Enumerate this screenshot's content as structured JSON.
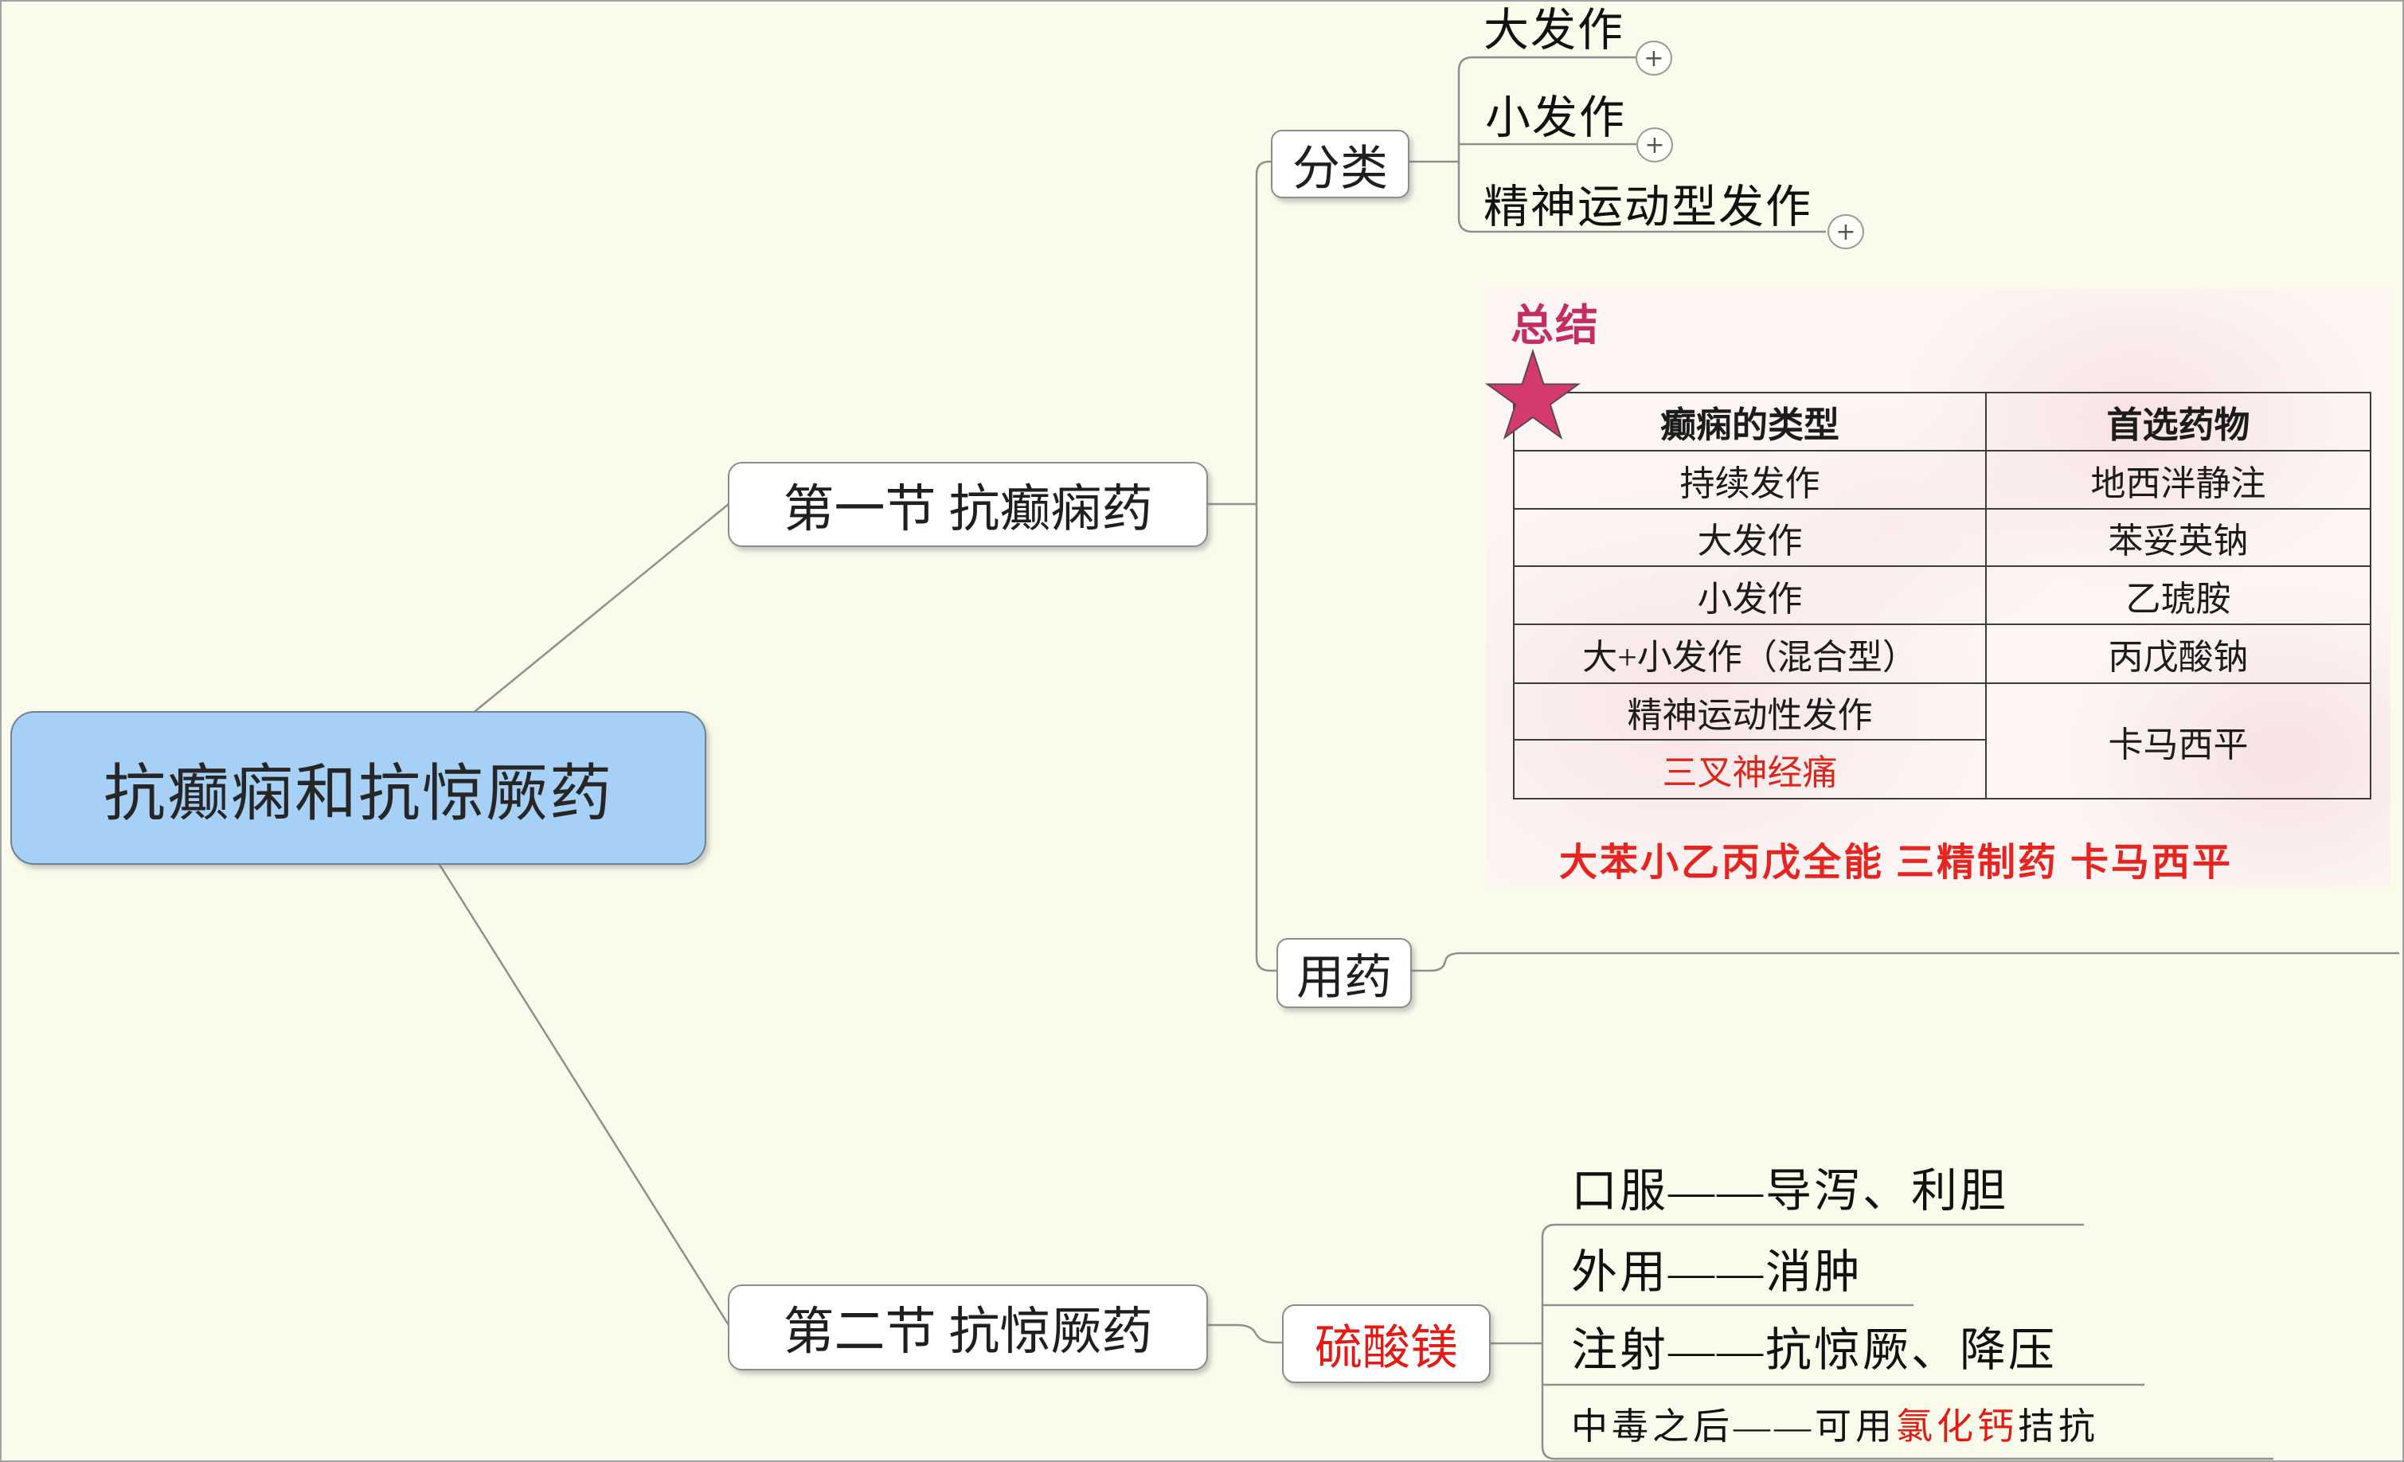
{
  "mindmap": {
    "root": {
      "label": "抗癫痫和抗惊厥药"
    },
    "section1": {
      "label": "第一节 抗癫痫药",
      "classification": {
        "label": "分类",
        "items": [
          "大发作",
          "小发作",
          "精神运动型发作"
        ],
        "expand_symbol": "+"
      },
      "medication": {
        "label": "用药"
      }
    },
    "summary": {
      "heading": "总结",
      "star_icon": "star",
      "table": {
        "headers": [
          "癫痫的类型",
          "首选药物"
        ],
        "rows": [
          {
            "type": "持续发作",
            "drug": "地西泮静注"
          },
          {
            "type": "大发作",
            "drug": "苯妥英钠"
          },
          {
            "type": "小发作",
            "drug": "乙琥胺"
          },
          {
            "type": "大+小发作（混合型）",
            "drug": "丙戊酸钠"
          },
          {
            "type": "精神运动性发作",
            "drug": "卡马西平"
          },
          {
            "type": "三叉神经痛",
            "drug": ""
          }
        ]
      },
      "mnemonic": "大苯小乙丙戊全能 三精制药 卡马西平"
    },
    "section2": {
      "label": "第二节 抗惊厥药",
      "drug": {
        "label": "硫酸镁"
      },
      "usages": {
        "oral": "口服——导泻、利胆",
        "topical": "外用——消肿",
        "injection": "注射——抗惊厥、降压",
        "poisoning_pre": "中毒之后——可用",
        "poisoning_antidote": "氯化钙",
        "poisoning_post": "拮抗"
      }
    }
  },
  "colors": {
    "canvas_bg": "#fbfbec",
    "root_fill": "#a6d0f5",
    "connector": "#8f8f8f",
    "red_text": "#e21b14",
    "mnemonic_red": "#e42520",
    "table_red": "#d8281e",
    "heading_magenta": "#c22e64",
    "star_pink": "#d4396f"
  }
}
